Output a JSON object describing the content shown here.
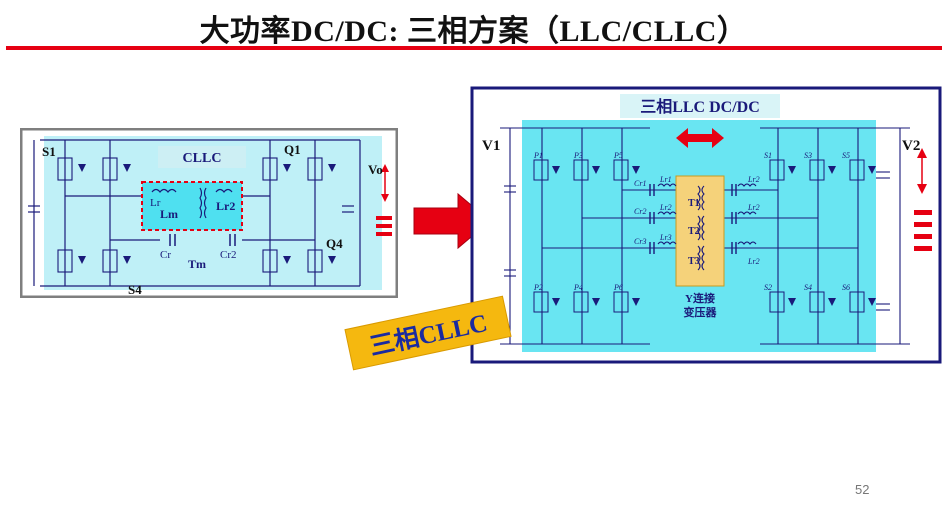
{
  "title": "大功率DC/DC: 三相方案（LLC/CLLC）",
  "page_number": "52",
  "left_circuit": {
    "label_cllc": "CLLC",
    "label_s1": "S1",
    "label_s4": "S4",
    "label_q1": "Q1",
    "label_q4": "Q4",
    "label_lr": "Lr",
    "label_lm": "Lm",
    "label_lr2": "Lr2",
    "label_cr": "Cr",
    "label_cr2": "Cr2",
    "label_tm": "Tm",
    "label_vo": "Vo"
  },
  "banner_text": "三相CLLC",
  "right_circuit": {
    "header": "三相LLC DC/DC",
    "label_v1": "V1",
    "label_v2": "V2",
    "top_left_switches": [
      "P1",
      "P3",
      "P5"
    ],
    "bottom_left_switches": [
      "P2",
      "P4",
      "P6"
    ],
    "top_right_switches": [
      "S1",
      "S3",
      "S5"
    ],
    "bottom_right_switches": [
      "S2",
      "S4",
      "S6"
    ],
    "caps": [
      "Cr1",
      "Cr2",
      "Cr3"
    ],
    "inductors_left": [
      "Lr1",
      "Lr2",
      "Lr3"
    ],
    "inductors_right": [
      "Lr2",
      "Lr2",
      "Lr2"
    ],
    "transformers": [
      "T1",
      "T2",
      "T3"
    ],
    "y_label_line1": "Y连接",
    "y_label_line2": "变压器"
  },
  "colors": {
    "accent_red": "#e60012",
    "cyan_fill": "#4fe0f0",
    "navy": "#1a1a7a",
    "banner": "#f5b80f"
  }
}
